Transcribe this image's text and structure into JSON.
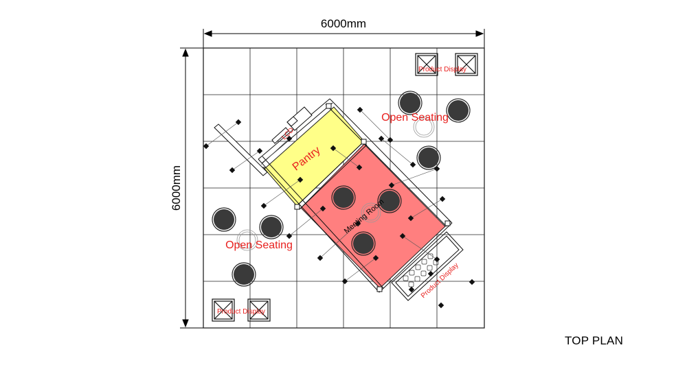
{
  "dimensions": {
    "width_label": "6000mm",
    "height_label": "6000mm"
  },
  "zones": {
    "pantry": {
      "label": "Pantry",
      "color": "#ffff88"
    },
    "meeting_room": {
      "label": "Meeting Room",
      "color": "#ff7f7f"
    },
    "lcd": {
      "label": "LCD"
    }
  },
  "labels": {
    "open_seating": "Open Seating",
    "product_display": "Product Display"
  },
  "caption": "TOP PLAN",
  "colors": {
    "label_red": "#e8201e",
    "chair": "#3a3a3a"
  }
}
